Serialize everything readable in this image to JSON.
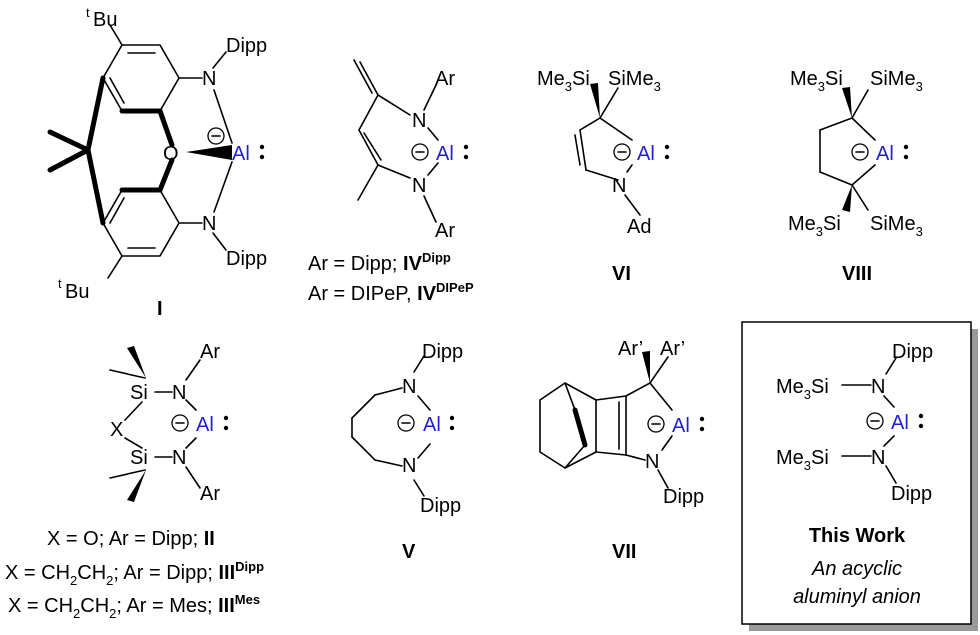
{
  "compounds": {
    "I": {
      "label": "I",
      "tbu_top": "Bu",
      "tbu_bottom": "Bu",
      "tbu_sup": "t",
      "N": "N",
      "O": "O",
      "Al": "Al",
      "dipp_top": "Dipp",
      "dipp_bottom": "Dipp"
    },
    "IV": {
      "ar_top": "Ar",
      "ar_bottom": "Ar",
      "N": "N",
      "Al": "Al",
      "caption_1": "Ar = Dipp; ",
      "caption_1_bold": "IV",
      "caption_1_sup": "Dipp",
      "caption_2": "Ar = DIPeP, ",
      "caption_2_bold": "IV",
      "caption_2_sup": "DIPeP"
    },
    "VI": {
      "label": "VI",
      "sime3_left": "Me",
      "sime3_left_sub": "3",
      "sime3_left_si": "Si",
      "sime3_right": "SiMe",
      "sime3_right_sub": "3",
      "Al": "Al",
      "N": "N",
      "ad": "Ad"
    },
    "VIII": {
      "label": "VIII",
      "tl": "Me",
      "tl_sub": "3",
      "tl_si": "Si",
      "tr": "SiMe",
      "tr_sub": "3",
      "bl": "Me",
      "bl_sub": "3",
      "bl_si": "Si",
      "br": "SiMe",
      "br_sub": "3",
      "Al": "Al"
    },
    "II_III": {
      "si_top": "Si",
      "si_bottom": "Si",
      "x": "X",
      "N": "N",
      "Al": "Al",
      "ar_top": "Ar",
      "ar_bottom": "Ar",
      "caption_1": "X = O; Ar = Dipp; ",
      "caption_1_bold": "II",
      "caption_2_a": "X = CH",
      "caption_2_b": "CH",
      "caption_2_c": "; Ar = Dipp; ",
      "caption_2_bold": "III",
      "caption_2_sup": "Dipp",
      "caption_3_a": "X = CH",
      "caption_3_b": "CH",
      "caption_3_c": "; Ar = Mes; ",
      "caption_3_bold": "III",
      "caption_3_sup": "Mes",
      "sub2": "2"
    },
    "V": {
      "label": "V",
      "N": "N",
      "Al": "Al",
      "dipp_top": "Dipp",
      "dipp_bottom": "Dipp"
    },
    "VII": {
      "label": "VII",
      "ar1": "Ar’",
      "ar2": "Ar’",
      "Al": "Al",
      "N": "N",
      "dipp": "Dipp"
    },
    "this_work": {
      "title": "This Work",
      "subtitle_1": "An acyclic",
      "subtitle_2": "aluminyl anion",
      "me3si_top": "Me",
      "me3si_top_sub": "3",
      "me3si_top_si": "Si",
      "me3si_bottom": "Me",
      "me3si_bottom_sub": "3",
      "me3si_bottom_si": "Si",
      "N": "N",
      "Al": "Al",
      "dipp_top": "Dipp",
      "dipp_bottom": "Dipp"
    }
  },
  "colors": {
    "aluminum": "#1f1fd6",
    "ink": "#000000"
  }
}
